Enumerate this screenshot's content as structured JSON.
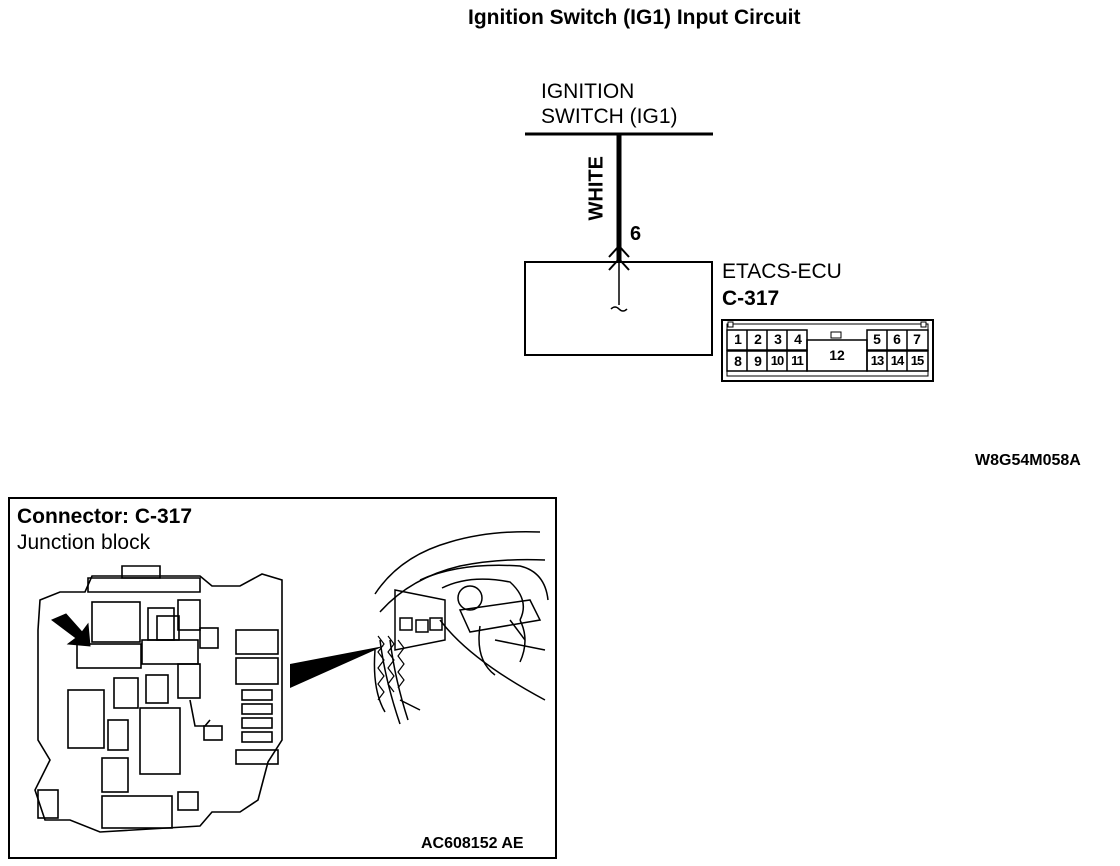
{
  "title": "Ignition Switch (IG1) Input Circuit",
  "circuit": {
    "switch_label_line1": "IGNITION",
    "switch_label_line2": "SWITCH (IG1)",
    "wire_color": "WHITE",
    "terminal_number": "6",
    "ecu_name": "ETACS-ECU",
    "connector_id": "C-317",
    "connector_pins_top": [
      "1",
      "2",
      "3",
      "4",
      "5",
      "6",
      "7"
    ],
    "connector_pins_bottom": [
      "8",
      "9",
      "10",
      "11",
      "13",
      "14",
      "15"
    ],
    "connector_center_pin": "12"
  },
  "diagram_code": "W8G54M058A",
  "location_panel": {
    "connector_label": "Connector: C-317",
    "location_label": "Junction block",
    "figure_code": "AC608152 AE"
  }
}
